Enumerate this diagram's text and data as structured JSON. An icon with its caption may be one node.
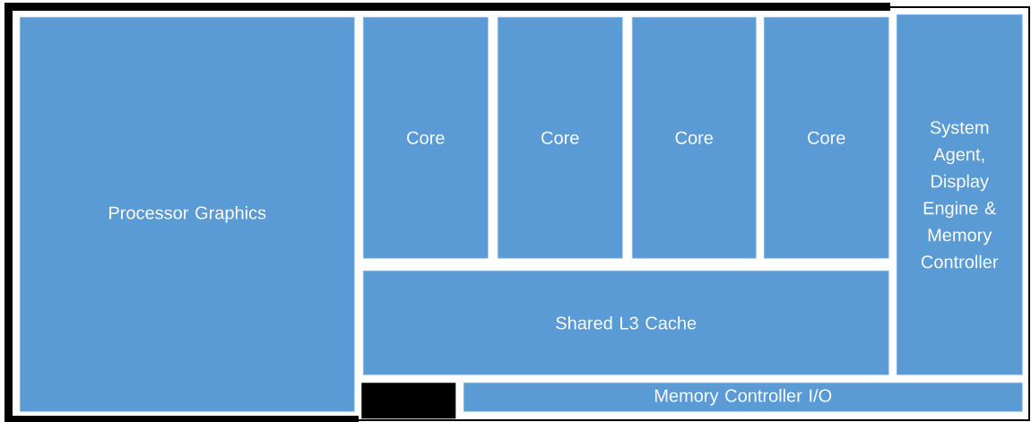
{
  "diagram": {
    "nodes": [
      {
        "text": [
          "Processor Graphics"
        ]
      },
      {
        "text": [
          "Core"
        ]
      },
      {
        "text": [
          "Core"
        ]
      },
      {
        "text": [
          "Core"
        ]
      },
      {
        "text": [
          "Core"
        ]
      },
      {
        "text": [
          "System Agent, Display Engine & Memory Controller"
        ]
      },
      {
        "text": [
          "Shared L3 Cache"
        ]
      },
      {
        "text": [],
        "shape": "box"
      },
      {
        "text": [
          "Memory Controller I/O"
        ]
      }
    ]
  }
}
